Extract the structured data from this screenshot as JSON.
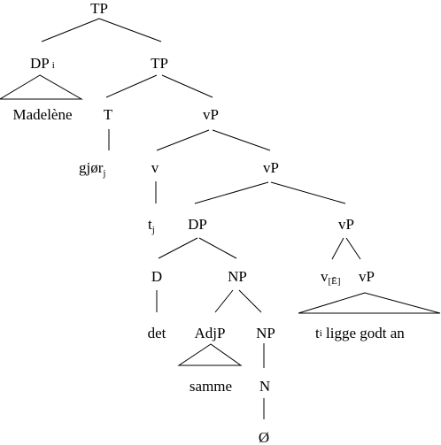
{
  "nodes": {
    "tp_root": "TP",
    "dp_i": {
      "label": "DP",
      "sub": "i"
    },
    "tp_2": "TP",
    "madelene": "Madelène",
    "t_head": "T",
    "vp_1": "vP",
    "gjor": {
      "label": "gjør",
      "sub": "j"
    },
    "v_head": "v",
    "vp_2": "vP",
    "t_j": {
      "label": "t",
      "sub": "j"
    },
    "dp_2": "DP",
    "vp_3": "vP",
    "d_head": "D",
    "np_1": "NP",
    "v_e": {
      "label": "v",
      "sub": "[Ē]"
    },
    "vp_4": "vP",
    "det": "det",
    "adjp": "AdjP",
    "np_2": "NP",
    "ti_phrase": {
      "t": "t",
      "sub": "i",
      "rest": " ligge godt an"
    },
    "samme": "samme",
    "n_head": "N",
    "empty": "Ø"
  }
}
